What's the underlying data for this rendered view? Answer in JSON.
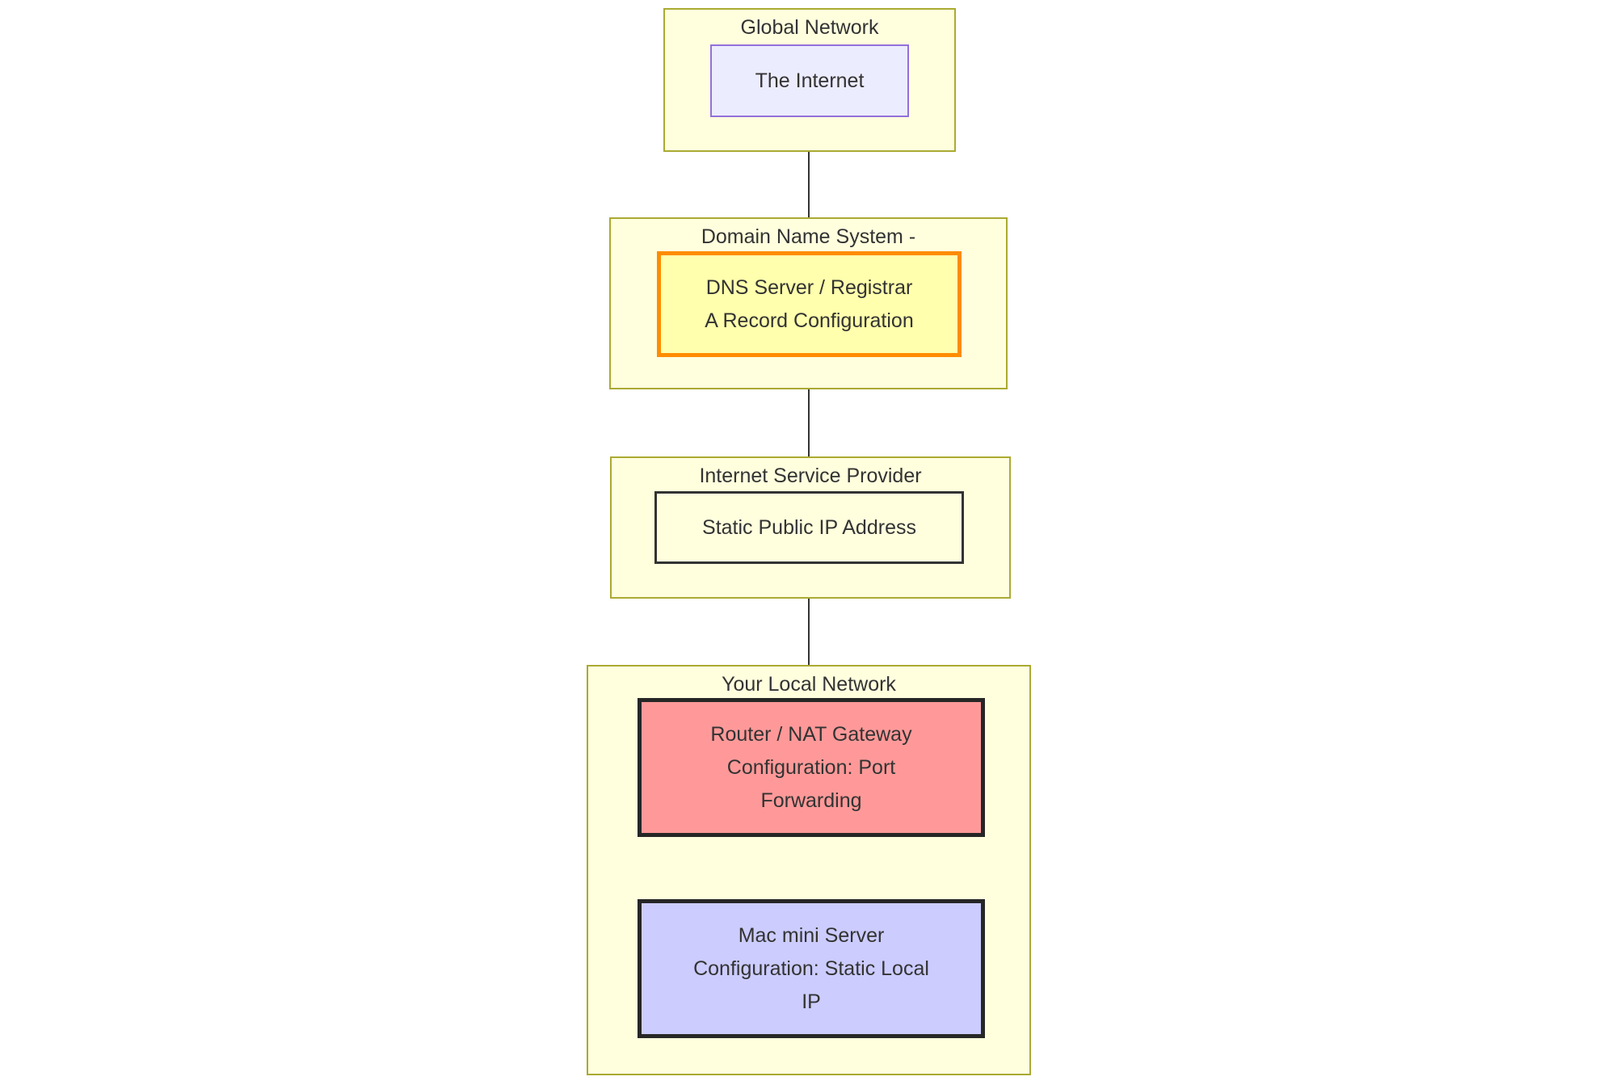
{
  "diagram": {
    "type": "flowchart",
    "direction": "top-down",
    "title": "",
    "background_color": "#ffffff",
    "clusters": [
      {
        "id": "global-network",
        "label": "Global Network",
        "fill": "#ffffde",
        "stroke": "#aaaa33"
      },
      {
        "id": "domain-name-system",
        "label": "Domain Name System -",
        "fill": "#ffffde",
        "stroke": "#aaaa33"
      },
      {
        "id": "internet-service-provider",
        "label": "Internet Service Provider",
        "fill": "#ffffde",
        "stroke": "#aaaa33"
      },
      {
        "id": "your-local-network",
        "label": "Your Local Network",
        "fill": "#ffffde",
        "stroke": "#aaaa33"
      }
    ],
    "nodes": [
      {
        "id": "the-internet",
        "label": "The Internet",
        "cluster": "global-network",
        "fill": "#ececff",
        "stroke": "#9370db"
      },
      {
        "id": "dns-server-registrar",
        "label": "DNS Server / Registrar\nA Record Configuration",
        "cluster": "domain-name-system",
        "fill": "#ffffad",
        "stroke": "#ff8c00"
      },
      {
        "id": "static-public-ip-address",
        "label": "Static Public IP Address",
        "cluster": "internet-service-provider",
        "fill": "#ffffde",
        "stroke": "#333333"
      },
      {
        "id": "router-nat-gateway",
        "label": "Router / NAT Gateway\nConfiguration: Port\nForwarding",
        "cluster": "your-local-network",
        "fill": "#ff9999",
        "stroke": "#262626"
      },
      {
        "id": "mac-mini-server",
        "label": "Mac mini Server\nConfiguration: Static Local\nIP",
        "cluster": "your-local-network",
        "fill": "#ccccff",
        "stroke": "#262626"
      }
    ],
    "edges": [
      {
        "id": "edge-internet-to-dns",
        "from": "the-internet",
        "to": "dns-server-registrar",
        "label": "",
        "arrow": "down",
        "color": "#333333"
      },
      {
        "id": "edge-dns-to-isp",
        "from": "dns-server-registrar",
        "to": "static-public-ip-address",
        "label": "",
        "arrow": "down",
        "color": "#333333"
      },
      {
        "id": "edge-isp-to-router",
        "from": "static-public-ip-address",
        "to": "router-nat-gateway",
        "label": "",
        "arrow": "down",
        "color": "#333333"
      },
      {
        "id": "edge-router-to-server",
        "from": "router-nat-gateway",
        "to": "mac-mini-server",
        "label": "",
        "arrow": "down",
        "color": "#333333"
      }
    ]
  }
}
